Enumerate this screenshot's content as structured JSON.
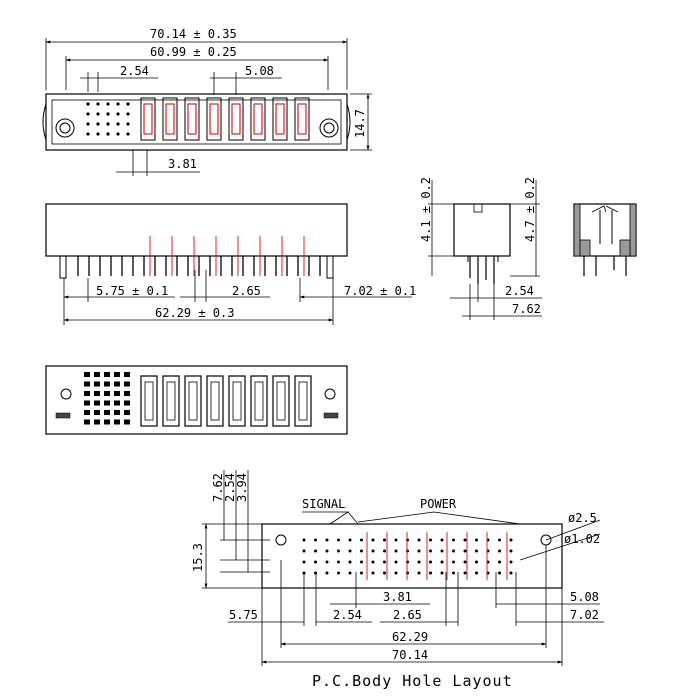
{
  "top_view": {
    "overall_width": "70.14 ± 0.35",
    "inner_width": "60.99 ± 0.25",
    "signal_pitch": "2.54",
    "power_pitch": "5.08",
    "height": "14.7",
    "signal_to_power": "3.81"
  },
  "front_view": {
    "offset_left": "5.75 ± 0.1",
    "pitch": "2.65",
    "offset_right": "7.02 ± 0.1",
    "pin_span": "62.29 ± 0.3"
  },
  "side_view": {
    "height_left": "4.1 ± 0.2",
    "height_right": "4.7 ± 0.2",
    "pin_pitch": "2.54",
    "pin_span": "7.62"
  },
  "layout": {
    "row_spacing": "7.62",
    "row_pitch": "2.54",
    "offset_top": "3.94",
    "overall_height": "15.3",
    "signal_label": "SIGNAL",
    "power_label": "POWER",
    "mount_hole": "ø2.5",
    "contact_hole": "ø1.02",
    "dim_3_81": "3.81",
    "dim_5_08": "5.08",
    "dim_5_75": "5.75",
    "dim_2_54": "2.54",
    "dim_2_65": "2.65",
    "dim_7_02": "7.02",
    "dim_62_29": "62.29",
    "dim_70_14": "70.14",
    "title": "P.C.Body Hole Layout"
  },
  "colors": {
    "line": "#000000",
    "power_line": "#e02020"
  }
}
